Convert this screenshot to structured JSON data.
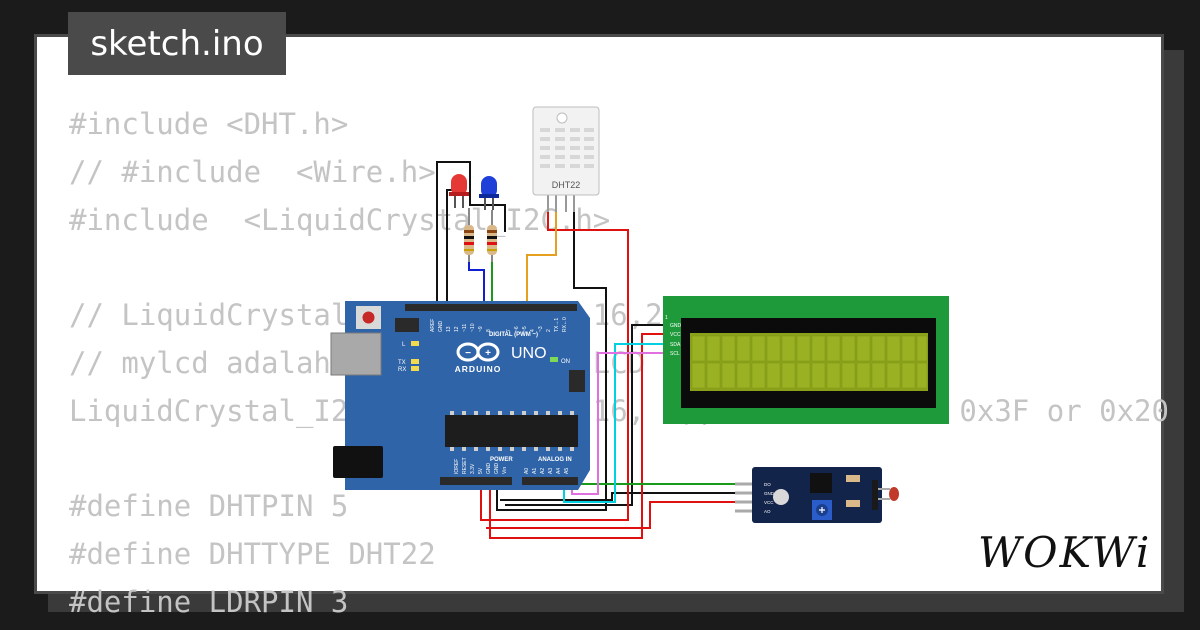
{
  "editor": {
    "filename": "sketch.ino",
    "code_lines": [
      "#include <DHT.h>",
      "// #include  <Wire.h>",
      "#include  <LiquidCrystal_I2C.h>",
      "",
      "// LiquidCrystal_I2C lcd(0x27,16,2); // kelvin",
      "// mylcd adalah nama variabel LCD",
      "LiquidCrystal_I2C mylcd(0x27, 16, 2); // 0x27 atau 0x3F or 0x20",
      "",
      "#define DHTPIN 5",
      "#define DHTTYPE DHT22",
      "#define LDRPIN 3"
    ]
  },
  "circuit": {
    "arduino": {
      "brand_label": "ARDUINO",
      "model_label": "UNO",
      "digital_label": "DIGITAL (PWM ~)",
      "power_label": "POWER",
      "analog_label": "ANALOG IN",
      "on_label": "ON",
      "l_label": "L",
      "tx_label": "TX",
      "rx_label": "RX",
      "top_pin_labels": [
        "AREF",
        "GND",
        "13",
        "12",
        "~11",
        "~10",
        "~9",
        "8",
        "7",
        "~6",
        "~5",
        "4",
        "~3",
        "2",
        "TX→1",
        "RX←0"
      ],
      "bottom_pin_labels": [
        "IOREF",
        "RESET",
        "3.3V",
        "5V",
        "GND",
        "GND",
        "Vin",
        "A0",
        "A1",
        "A2",
        "A3",
        "A4",
        "A5"
      ]
    },
    "dht22": {
      "label": "DHT22"
    },
    "lcd": {
      "pin_labels": [
        "1",
        "GND",
        "VCC",
        "SDA",
        "SCL"
      ]
    },
    "ldr_module": {
      "pin_labels": [
        "DO",
        "GND",
        "VCC",
        "AO"
      ]
    },
    "leds": [
      {
        "color": "#e53935"
      },
      {
        "color": "#1e40d8"
      }
    ],
    "wire_colors": {
      "black": "#111111",
      "red": "#e01010",
      "green": "#1a9a1a",
      "blue": "#1020d0",
      "orange": "#e6a020",
      "cyan": "#00d0e0",
      "pink": "#e070e0"
    },
    "board_color": "#2f64a8",
    "lcd_pcb_color": "#1f9a3a",
    "lcd_screen_color": "#8aa21a"
  },
  "brand": {
    "logo_text": "WOKWi"
  }
}
